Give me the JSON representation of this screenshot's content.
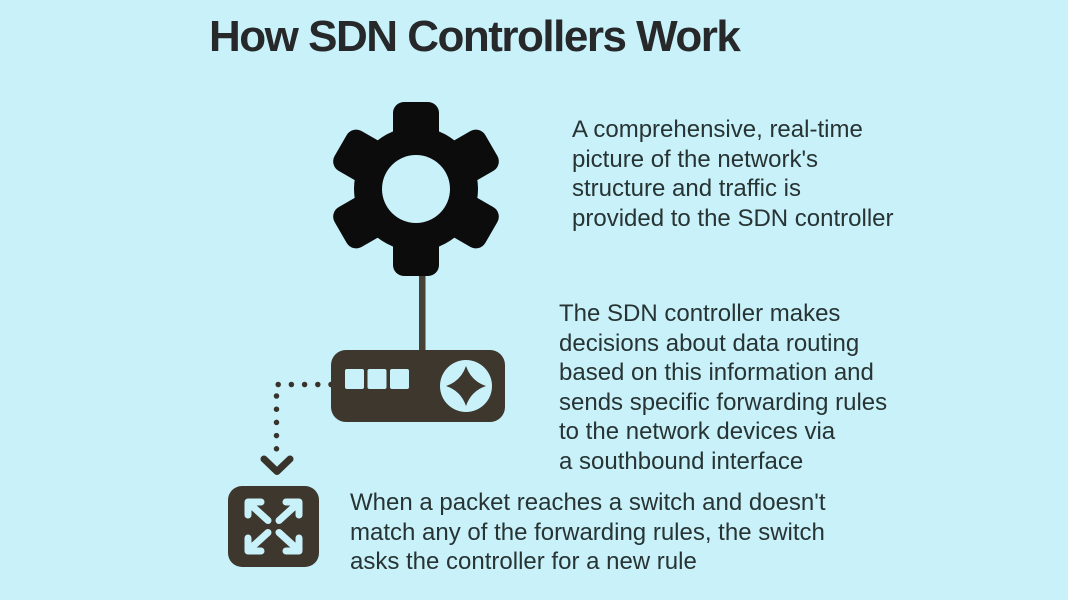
{
  "title": "How SDN Controllers Work",
  "colors": {
    "background": "#c8f1fa",
    "icon_dark": "#3d372e",
    "gear_black": "#0c0c0c",
    "connector_line": "#474136",
    "dotted_arrow": "#38332b",
    "title_text": "#26282a",
    "body_text": "#273433"
  },
  "steps": [
    {
      "name": "network-view",
      "icon": "gear-icon",
      "text": "A comprehensive, real-time\npicture of the network's\nstructure and traffic is\nprovided to the SDN controller"
    },
    {
      "name": "routing-decisions",
      "icon": "sdn-controller-icon",
      "text": "The SDN controller makes\ndecisions about data routing\nbased on this information and\nsends specific forwarding rules\nto the network devices via\na southbound interface"
    },
    {
      "name": "packet-miss",
      "icon": "expand-arrows-icon",
      "text": "When a packet reaches a switch and doesn't\nmatch any of the forwarding rules, the switch\nasks the controller for a new rule"
    }
  ]
}
